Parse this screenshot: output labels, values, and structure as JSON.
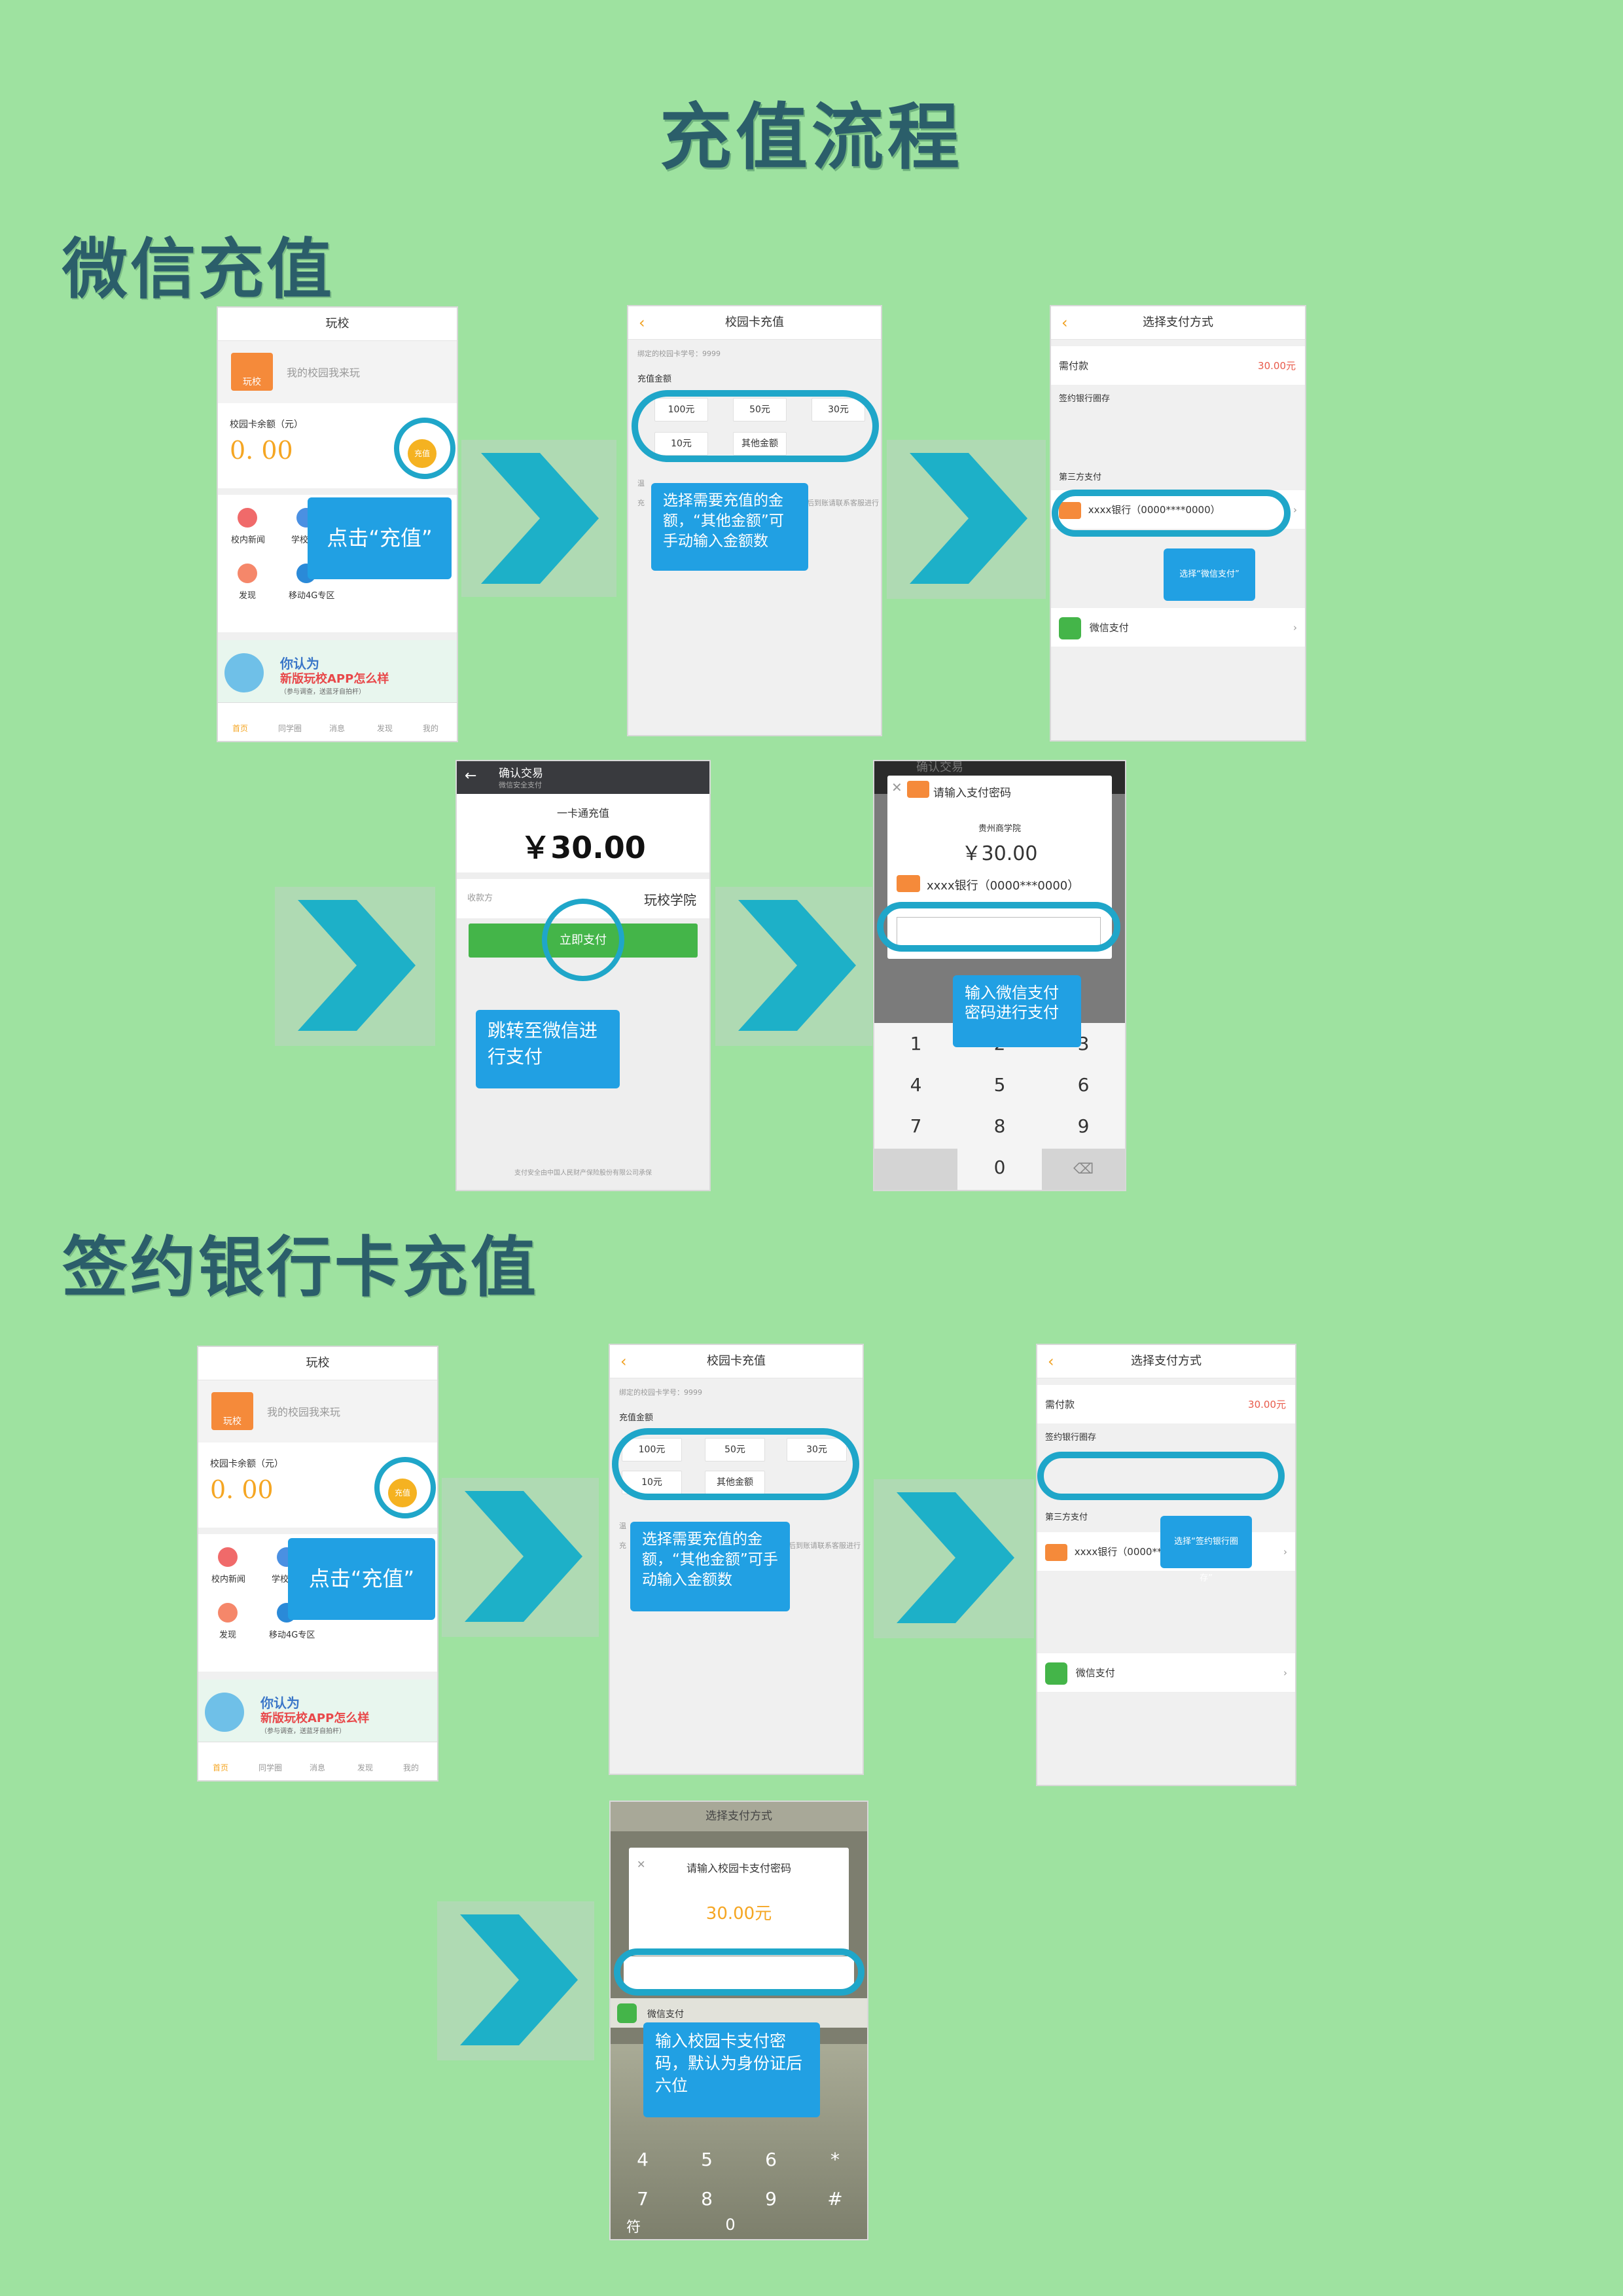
{
  "title": "充值流程",
  "sections": {
    "wechat": "微信充值",
    "bank": "签约银行卡充值"
  },
  "home": {
    "title": "玩校",
    "logo_text": "玩校",
    "slogan": "我的校园我来玩",
    "balance_label": "校园卡余额（元）",
    "balance_value": "0. 00",
    "recharge_btn": "充值",
    "grid": [
      "校内新闻",
      "学校",
      "发现",
      "移动4G专区"
    ],
    "banner_line1": "你认为",
    "banner_line2": "新版玩校APP怎么样",
    "banner_line3": "（参与调查，送蓝牙自拍杆）",
    "tabs": [
      "首页",
      "同学圈",
      "消息",
      "发现",
      "我的"
    ]
  },
  "recharge": {
    "title": "校园卡充值",
    "bound_id": "绑定的校园卡学号：9999",
    "amount_label": "充值金额",
    "amounts": [
      "100元",
      "50元",
      "30元",
      "10元",
      "其他金额"
    ],
    "tip_label": "温",
    "tip_text": "充",
    "tip_tail": "到成功后到账请联系客服进行预约~"
  },
  "pay_method": {
    "title": "选择支付方式",
    "due_label": "需付款",
    "due_value": "30.00元",
    "bank_section": "签约银行圈存",
    "bank_name": "xxxx银行（0000****0000）",
    "third_section": "第三方支付",
    "wechat_pay": "微信支付",
    "chevron": "›"
  },
  "confirm": {
    "back": "←",
    "title": "确认交易",
    "subtitle": "微信安全支付",
    "product": "一卡通充值",
    "amount": "￥30.00",
    "payee_label": "收款方",
    "payee": "玩校学院",
    "pay_button": "立即支付",
    "footer": "支付安全由中国人民财产保险股份有限公司承保"
  },
  "password": {
    "bg_title": "确认交易",
    "close": "✕",
    "title": "请输入支付密码",
    "merchant": "贵州商学院",
    "amount": "￥30.00",
    "bank": "xxxx银行（0000***0000）",
    "keys": [
      "1",
      "2",
      "3",
      "4",
      "5",
      "6",
      "7",
      "8",
      "9",
      "0",
      "⌫"
    ]
  },
  "campus_pwd": {
    "title": "请输入校园卡支付密码",
    "close": "✕",
    "amount": "30.00元",
    "wechat_pay": "微信支付",
    "keys": [
      "4",
      "5",
      "6",
      "*",
      "7",
      "8",
      "9",
      "#",
      "符",
      "0"
    ]
  },
  "callouts": {
    "click_recharge": "点击“充值”",
    "choose_amount": "选择需要充值的金额，“其他金额”可手动输入金额数",
    "choose_wechat": "选择“微信支付”",
    "jump_wechat": "跳转至微信进行支付",
    "input_wechat_pwd": "输入微信支付密码进行支付",
    "choose_bank": "选择“签约银行圈存”",
    "input_campus_pwd": "输入校园卡支付密码，默认为身份证后六位"
  }
}
